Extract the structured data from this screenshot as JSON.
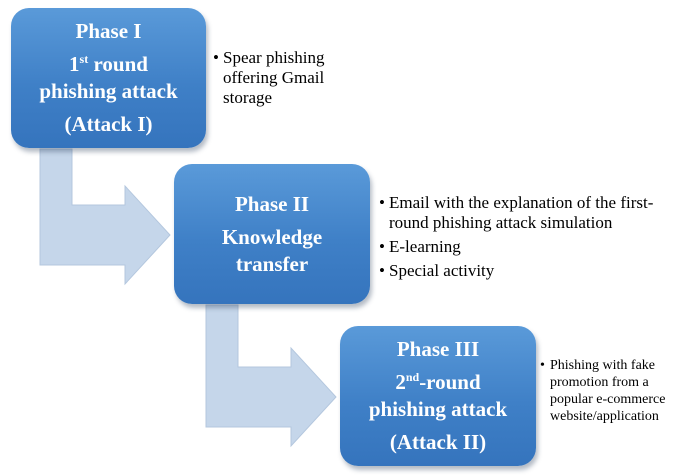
{
  "colors": {
    "box_fill": "#3f80c7",
    "arrow_fill": "#c5d6ea",
    "box_text": "#ffffff",
    "bullet_text": "#000000"
  },
  "phases": [
    {
      "box_lines": [
        "Phase I",
        "round",
        "phishing attack",
        "(Attack I)"
      ],
      "ordinal_number": "1",
      "ordinal_suffix": "st",
      "bullets": [
        "Spear phishing offering Gmail storage"
      ]
    },
    {
      "box_lines": [
        "Phase II",
        "Knowledge",
        "transfer"
      ],
      "bullets": [
        "Email with the explanation of the first-round phishing attack simulation",
        "E-learning",
        "Special activity"
      ]
    },
    {
      "box_lines": [
        "Phase III",
        "-round",
        "phishing attack",
        "(Attack II)"
      ],
      "ordinal_number": "2",
      "ordinal_suffix": "nd",
      "bullets": [
        "Phishing with fake promotion from a popular e-commerce website/application"
      ]
    }
  ]
}
